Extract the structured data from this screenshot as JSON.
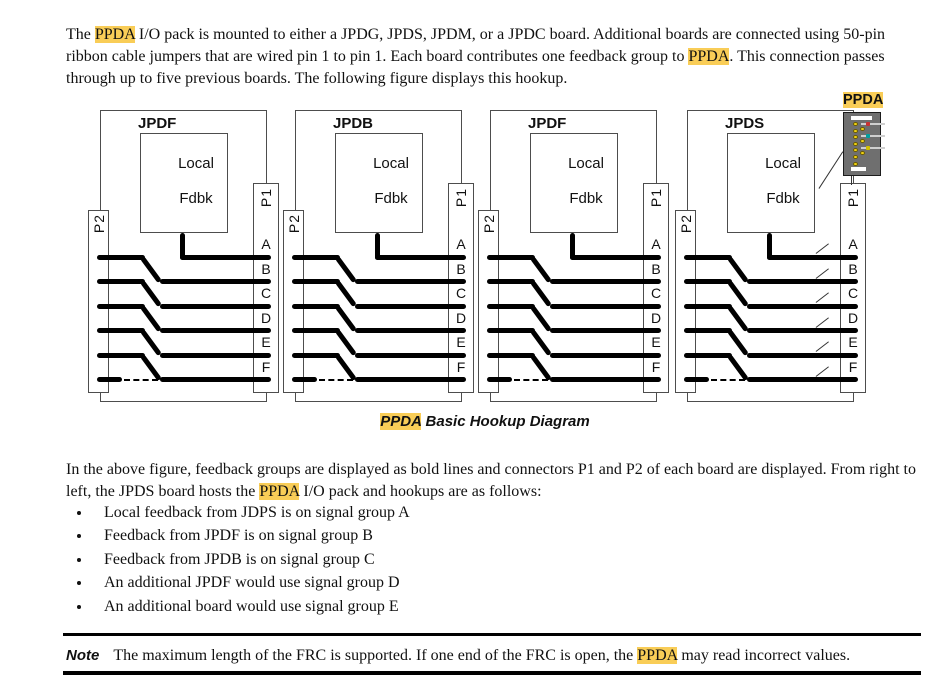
{
  "page": {
    "intro_segments": [
      {
        "text": "The ",
        "highlight": false
      },
      {
        "text": "PPDA",
        "highlight": true
      },
      {
        "text": " I/O pack is mounted to either a JPDG, JPDS, JPDM, or a JPDC board. Additional boards are connected using 50-pin ribbon cable jumpers that are wired pin 1 to pin 1. Each board contributes one feedback group to ",
        "highlight": false
      },
      {
        "text": "PPDA",
        "highlight": true
      },
      {
        "text": ". This connection passes through up to five previous boards. The following figure displays this hookup.",
        "highlight": false
      }
    ],
    "figure": {
      "boards": [
        {
          "title": "JPDF",
          "hosts_pack": false
        },
        {
          "title": "JPDB",
          "hosts_pack": false
        },
        {
          "title": "JPDF",
          "hosts_pack": false
        },
        {
          "title": "JPDS",
          "hosts_pack": true
        }
      ],
      "local_label_line1": "Local",
      "local_label_line2": "Fdbk",
      "connector_left": "P2",
      "connector_right": "P1",
      "signal_groups": [
        "A",
        "B",
        "C",
        "D",
        "E",
        "F"
      ],
      "pack_label": "PPDA",
      "caption_segments": [
        {
          "text": "PPDA",
          "highlight": true
        },
        {
          "text": " Basic Hookup Diagram",
          "highlight": false
        }
      ]
    },
    "body_segments": [
      {
        "text": "In the above figure, feedback groups are displayed as bold lines and connectors P1 and P2 of each board are displayed. From right to left, the JPDS board hosts the ",
        "highlight": false
      },
      {
        "text": "PPDA",
        "highlight": true
      },
      {
        "text": " I/O pack and hookups are as follows:",
        "highlight": false
      }
    ],
    "bullets": [
      "Local feedback from JDPS is on signal group A",
      "Feedback from JPDF is on signal group B",
      "Feedback from JPDB is on signal group C",
      "An additional JPDF would use signal group D",
      "An additional board would use signal group E"
    ],
    "note": {
      "label": "Note",
      "segments": [
        {
          "text": "The maximum length of the FRC is supported. If one end of the FRC is open, the ",
          "highlight": false
        },
        {
          "text": "PPDA",
          "highlight": true
        },
        {
          "text": " may read incorrect values.",
          "highlight": false
        }
      ]
    }
  },
  "colors": {
    "highlight": "#F9CD57",
    "wire": "#000000",
    "board_outline": "#4d4d4d",
    "pack_body": "#6f6f6f",
    "pack_terminal": "#f2d413",
    "pack_chips": [
      "#c83232",
      "#00a0a0",
      "#d2c000"
    ]
  }
}
